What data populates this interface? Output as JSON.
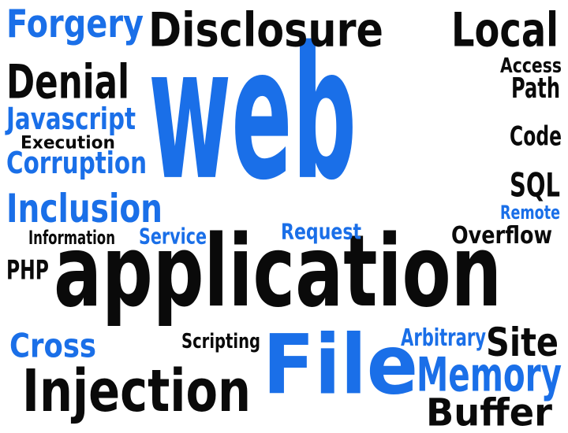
{
  "colors": {
    "blue": "#1a6fe8",
    "black": "#0a0a0a",
    "background": "#ffffff"
  },
  "words": [
    {
      "id": "web",
      "text": "web",
      "color": "blue"
    },
    {
      "id": "application",
      "text": "application",
      "color": "black"
    },
    {
      "id": "file",
      "text": "File",
      "color": "blue"
    },
    {
      "id": "forgery",
      "text": "Forgery",
      "color": "blue"
    },
    {
      "id": "disclosure",
      "text": "Disclosure",
      "color": "black"
    },
    {
      "id": "local",
      "text": "Local",
      "color": "black"
    },
    {
      "id": "access",
      "text": "Access",
      "color": "black"
    },
    {
      "id": "path",
      "text": "Path",
      "color": "black"
    },
    {
      "id": "denial",
      "text": "Denial",
      "color": "black"
    },
    {
      "id": "javascript",
      "text": "Javascript",
      "color": "blue"
    },
    {
      "id": "execution",
      "text": "Execution",
      "color": "black"
    },
    {
      "id": "corruption",
      "text": "Corruption",
      "color": "blue"
    },
    {
      "id": "code",
      "text": "Code",
      "color": "black"
    },
    {
      "id": "sql",
      "text": "SQL",
      "color": "black"
    },
    {
      "id": "remote",
      "text": "Remote",
      "color": "blue"
    },
    {
      "id": "inclusion",
      "text": "Inclusion",
      "color": "blue"
    },
    {
      "id": "information",
      "text": "Information",
      "color": "black"
    },
    {
      "id": "service",
      "text": "Service",
      "color": "blue"
    },
    {
      "id": "request",
      "text": "Request",
      "color": "blue"
    },
    {
      "id": "overflow",
      "text": "Overflow",
      "color": "black"
    },
    {
      "id": "php",
      "text": "PHP",
      "color": "black"
    },
    {
      "id": "cross",
      "text": "Cross",
      "color": "blue"
    },
    {
      "id": "scripting",
      "text": "Scripting",
      "color": "black"
    },
    {
      "id": "arbitrary",
      "text": "Arbitrary",
      "color": "blue"
    },
    {
      "id": "site",
      "text": "Site",
      "color": "black"
    },
    {
      "id": "injection",
      "text": "Injection",
      "color": "black"
    },
    {
      "id": "memory",
      "text": "Memory",
      "color": "blue"
    },
    {
      "id": "buffer",
      "text": "Buffer",
      "color": "black"
    }
  ]
}
